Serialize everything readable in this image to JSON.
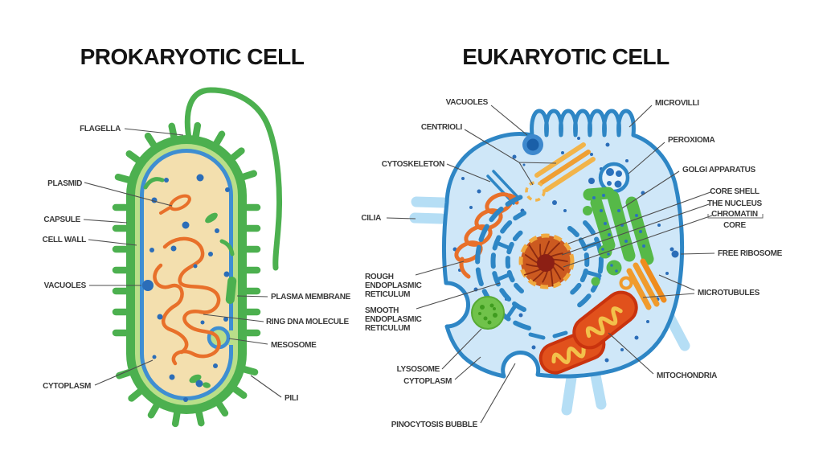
{
  "prokaryotic": {
    "title": "PROKARYOTIC CELL",
    "labels": {
      "flagella": "FLAGELLA",
      "plasmid": "PLASMID",
      "capsule": "CAPSULE",
      "cell_wall": "CELL WALL",
      "vacuoles": "VACUOLES",
      "cytoplasm": "CYTOPLASM",
      "plasma_membrane": "PLASMA MEMBRANE",
      "ring_dna_molecule": "RING DNA MOLECULE",
      "mesosome": "MESOSOME",
      "pili": "PILI"
    }
  },
  "eukaryotic": {
    "title": "EUKARYOTIC CELL",
    "labels": {
      "vacuoles": "VACUOLES",
      "centrioli": "CENTRIOLI",
      "cytoskeleton": "CYTOSKELETON",
      "cilia": "CILIA",
      "rough_er": [
        "ROUGH",
        "ENDOPLASMIC",
        "RETICULUM"
      ],
      "smooth_er": [
        "SMOOTH",
        "ENDOPLASMIC",
        "RETICULUM"
      ],
      "lysosome": "LYSOSOME",
      "cytoplasm": "CYTOPLASM",
      "pinocytosis_bubble": "PINOCYTOSIS BUBBLE",
      "microvilli": "MICROVILLI",
      "peroxioma": "PEROXIOMA",
      "golgi_apparatus": "GOLGI APPARATUS",
      "core_shell": "CORE SHELL",
      "the_nucleus": "THE NUCLEUS",
      "chromatin": "CHROMATIN",
      "core": "CORE",
      "free_ribosome": "FREE RIBOSOME",
      "microtubules": "MICROTUBULES",
      "mitochondria": "MITOCHONDRIA"
    }
  },
  "colors": {
    "prok_capsule_green": "#4cb04f",
    "prok_cell_wall_light_green": "#b9de89",
    "prok_membrane_blue": "#3e8ed2",
    "prok_cytoplasm_tan": "#f3dfae",
    "ribosome_dot_blue": "#2b6db8",
    "dna_orange": "#e8702a",
    "euk_fill_light_blue": "#cfe7f8",
    "euk_border_blue": "#2e86c5",
    "cilia_light_blue": "#b5def5",
    "nucleus_orange": "#cc5a20",
    "nucleolus_dark_red": "#8c1f14",
    "nuclear_ring_yellow": "#f0a93f",
    "golgi_green": "#56b948",
    "lysosome_green": "#70c24a",
    "mitochondria_red": "#e1511c",
    "mitochondria_border": "#c9330e",
    "mitochondria_wave_yellow": "#f2c14b",
    "microtubule_orange": "#f09b2c",
    "centriole_yellow": "#f2b44a",
    "label_text": "#3a3a3a",
    "leader_line": "#4d4d4d"
  }
}
